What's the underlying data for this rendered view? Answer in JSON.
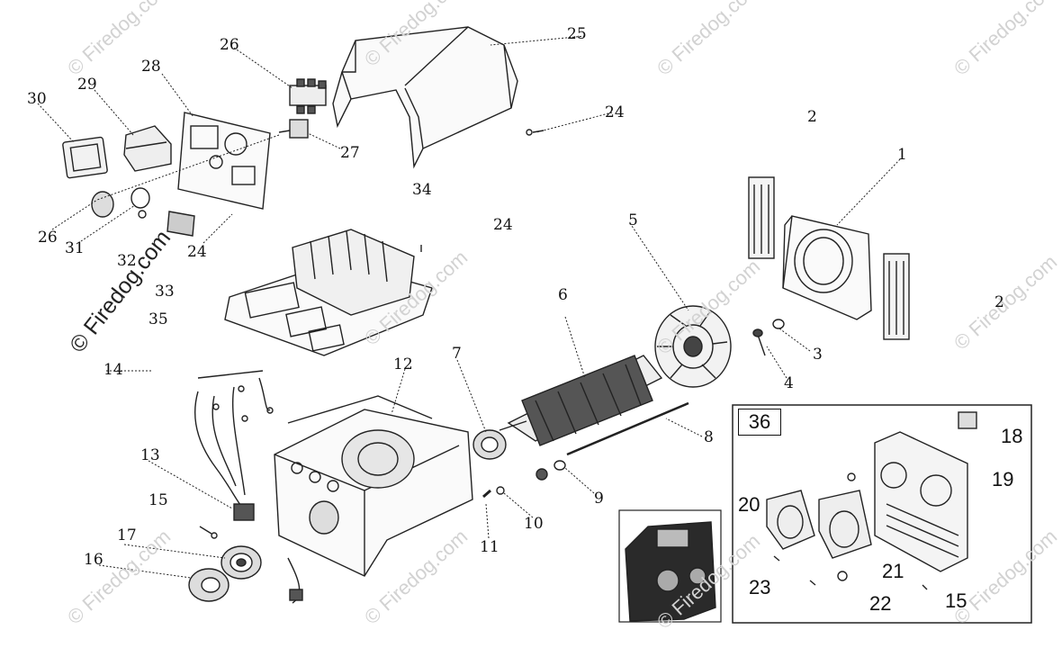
{
  "watermark": {
    "text": "© Firedog.com"
  },
  "kit": {
    "label": "36"
  },
  "callouts": {
    "n1": "1",
    "n2a": "2",
    "n2b": "2",
    "n3": "3",
    "n4": "4",
    "n5": "5",
    "n6": "6",
    "n7": "7",
    "n8": "8",
    "n9": "9",
    "n10": "10",
    "n11": "11",
    "n12": "12",
    "n13": "13",
    "n14": "14",
    "n15a": "15",
    "n15b": "15",
    "n16": "16",
    "n17": "17",
    "n18": "18",
    "n19": "19",
    "n20": "20",
    "n21": "21",
    "n22": "22",
    "n23": "23",
    "n24a": "24",
    "n24b": "24",
    "n24c": "24",
    "n25": "25",
    "n26a": "26",
    "n26b": "26",
    "n27": "27",
    "n28": "28",
    "n29": "29",
    "n30": "30",
    "n31": "31",
    "n32": "32",
    "n33": "33",
    "n34": "34",
    "n35": "35"
  }
}
